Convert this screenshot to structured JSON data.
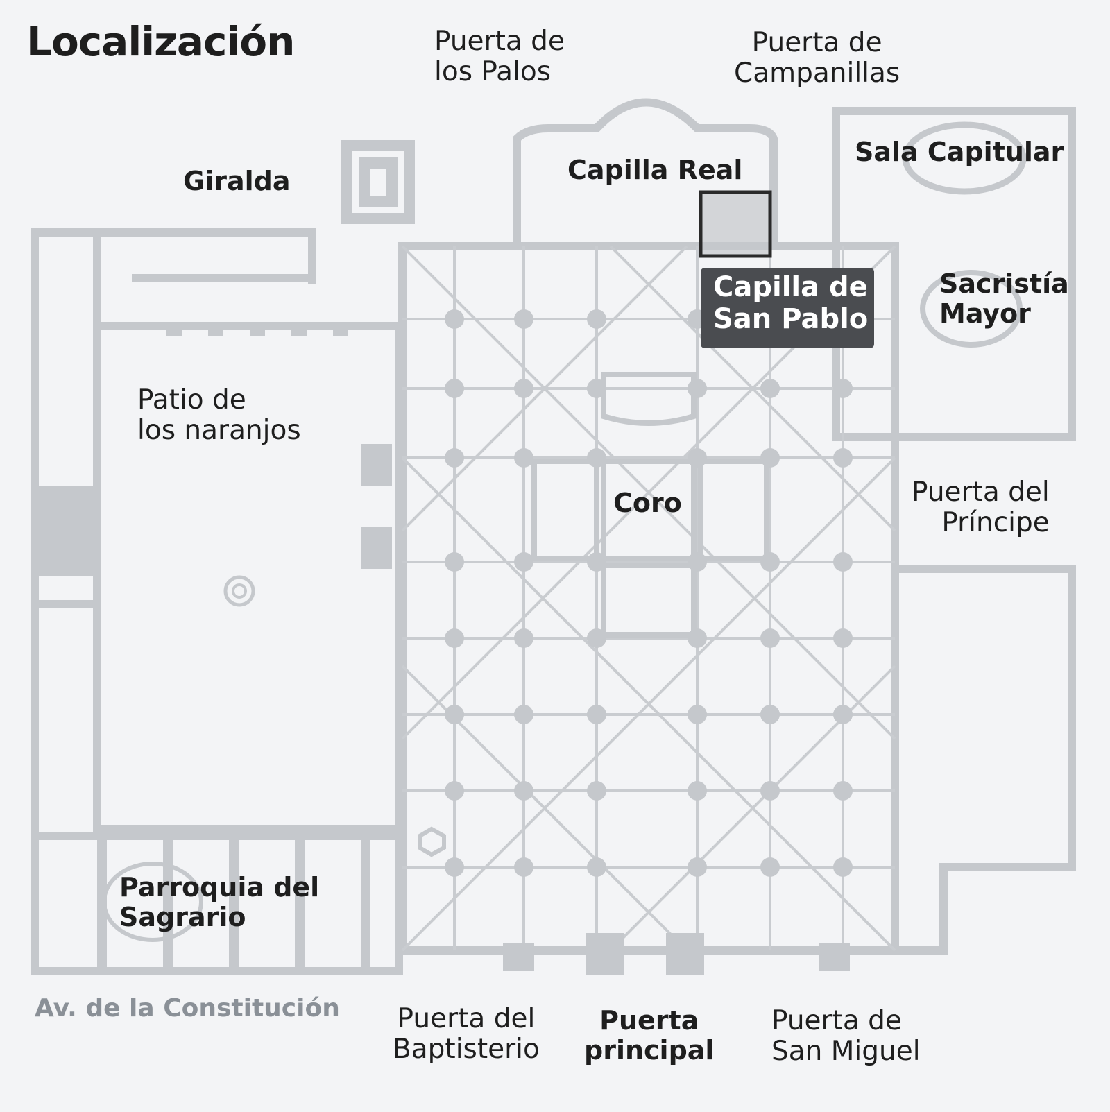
{
  "title": "Localización",
  "colors": {
    "background": "#f3f4f6",
    "plan": "#c5c8cc",
    "highlight": "#4a4c50",
    "label_text": "#1e1e1e",
    "street_text": "#8a9097"
  },
  "labels": {
    "puerta_palos": [
      "Puerta de",
      "los Palos"
    ],
    "puerta_campanillas": [
      "Puerta de",
      "Campanillas"
    ],
    "giralda": "Giralda",
    "capilla_real": "Capilla Real",
    "sala_capitular": "Sala Capitular",
    "capilla_san_pablo": [
      "Capilla de",
      "San Pablo"
    ],
    "sacristia_mayor": [
      "Sacristía",
      "Mayor"
    ],
    "patio_naranjos": [
      "Patio de",
      "los naranjos"
    ],
    "coro": "Coro",
    "puerta_principe": [
      "Puerta del",
      "Príncipe"
    ],
    "parroquia_sagrario": [
      "Parroquia del",
      "Sagrario"
    ],
    "avenida": "Av. de la Constitución",
    "puerta_baptisterio": [
      "Puerta del",
      "Baptisterio"
    ],
    "puerta_principal": [
      "Puerta",
      "principal"
    ],
    "puerta_san_miguel": [
      "Puerta de",
      "San Miguel"
    ]
  },
  "highlighted_area": "Capilla de San Pablo"
}
